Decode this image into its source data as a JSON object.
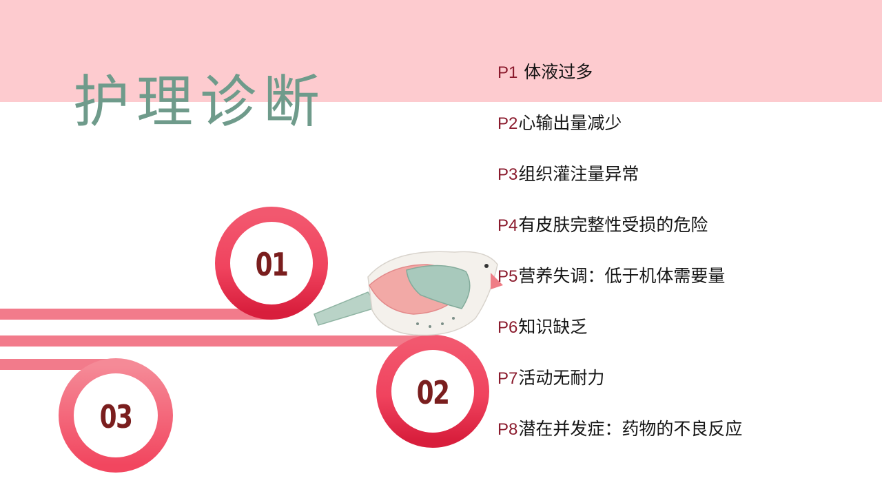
{
  "title": "护理诊断",
  "badges": [
    "01",
    "02",
    "03"
  ],
  "colors": {
    "band": "#fdcbcf",
    "title": "#6f9b8b",
    "ribbon": "#f37a8a",
    "ring": "#ee2e4d",
    "number": "#7a1e1e",
    "code": "#8a1a2c"
  },
  "items": [
    {
      "code": "P1",
      "text": " 体液过多"
    },
    {
      "code": "P2",
      "text": "心输出量减少"
    },
    {
      "code": "P3",
      "text": "组织灌注量异常"
    },
    {
      "code": "P4",
      "text": "有皮肤完整性受损的危险"
    },
    {
      "code": "P5",
      "text": "营养失调：低于机体需要量"
    },
    {
      "code": "P6",
      "text": "知识缺乏"
    },
    {
      "code": "P7",
      "text": "活动无耐力"
    },
    {
      "code": "P8",
      "text": "潜在并发症：药物的不良反应"
    }
  ]
}
